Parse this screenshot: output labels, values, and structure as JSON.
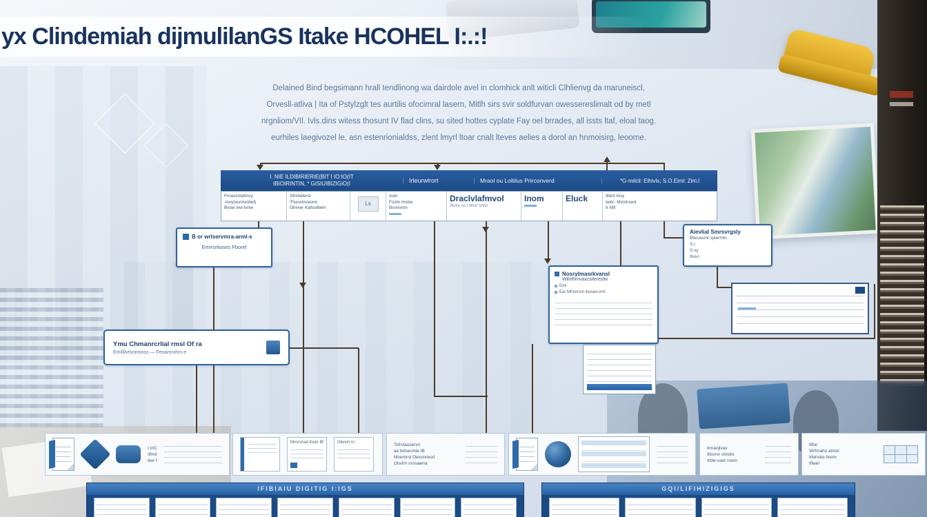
{
  "colors": {
    "accent_blue": "#1f4e8e",
    "box_border": "#2e6399",
    "connector_brown": "#4c3b2b",
    "title_navy": "#19335f"
  },
  "banner": {
    "title": "yx Clindemiah dijmulilanGS Itake HCOHEL I:.:!"
  },
  "intro": {
    "lines": [
      "Delained Bind  begsimann hrall tendlinong  wa dairdole avel in clomhick anlt witicli Clhlienvg da  maruneiscl,",
      "Orvesll-atliva  |  Ita of Pstylzglt tes aurtilis ofocimral lasern, Mitlh sirs svir soldfurvan owessereslimalt od by metl",
      "nrgnliom/VIl. Ivls.dins witess thosunt IV flad clins, su sited hottes cyplate Fay oel brrades, all issts ltaf, eloal taog.",
      "eurhiles laegivozel le, asn estenrionialdss, zlent lmyrl ltoar cnalt lteves aelies a dorol an hnmoisirg, leoome."
    ]
  },
  "flow_header": {
    "segments": [
      {
        "title": "I. NIE ILDIBIRIERIE(BIT I IO:IO(IT",
        "subtitle": "IBIOIRINTIN, * GiSIUIBIZIGiO(I"
      },
      {
        "title": "Irleurwlrort"
      },
      {
        "title": "Mraol ou Loltilus Prirconverd"
      },
      {
        "title": "*G-milcil: Elhivls;   S.O.Eiml:   Zim:l"
      }
    ],
    "cells": [
      {
        "lines": [
          "Fmasvnlafmvy",
          "-lsvy(wvrnvotwl)",
          "Bvsw wvl-lvnw"
        ]
      },
      {
        "lines": [
          "Sfrirtwlersl",
          "'Fluoolnvaonn",
          "Olnvwr Kafsslilwm"
        ]
      },
      {
        "label": "Ls"
      },
      {
        "lines": [
          "Ivan",
          "Foztn lmslw",
          "Bsvnvnm"
        ]
      },
      {
        "big": "Draclvlafmvol",
        "sub": "Wvrw os I Wra* lmlvl"
      },
      {
        "big": "Inom",
        "sub": ""
      },
      {
        "big": "Eluck",
        "sub": ""
      },
      {
        "lines": [
          "Ilbinl lrioy",
          "Iwbr- Mvnlnranl",
          "Ir MIl"
        ]
      }
    ]
  },
  "boxes": {
    "left_top": {
      "line1": "B or wrlservmra-arml-s",
      "line2": "Ertvrsrtioses Fborel"
    },
    "left_mid": {
      "line1": "Ymu Chmanrcrlial rmsl Of ra",
      "line2": "Emillilvtsramioss — Feoarsrvhm-e"
    },
    "center": {
      "title": "Nosrylmasrkvansl",
      "subtitle": "Wilvthmvaxcsilereslw",
      "items": [
        "Emr",
        "Ear  Mmsrrosl Iresaw-vrnl"
      ]
    },
    "right": {
      "title": "Aievlial Smrsvrgsly",
      "lines": [
        "Blwsasml splermln",
        "S.l.",
        "S:vy",
        "Ilva-l"
      ]
    }
  },
  "bottom_row": {
    "panel1": {
      "texts": [
        "I IrIC",
        "Itfmil",
        "Ilwr f"
      ]
    },
    "panel2": {
      "card2": "Mvsrvnad lnom IB",
      "card3": "Olwvm rv"
    },
    "panel3": {
      "texts": [
        "Tsfrvlauservn",
        "ae brlsecmle IB",
        "Mnemrol Oeconreurl",
        "Olsrtm svssaena"
      ]
    },
    "panel5": {
      "texts": [
        "Irmanjlvav",
        "Iflsvrvr vlrivtm",
        "Irble-vael rvwm"
      ]
    },
    "panel6": {
      "texts": [
        "Iltfal",
        "Wrfmaho atmsl",
        "Irblnske fwvm",
        "Iflwel"
      ]
    }
  },
  "bottom_sections": {
    "left_title": "IFIBIAIU DIGITIG I:IGS",
    "right_title": "GQI/LIFIHIZIGIGS"
  },
  "icons": {
    "image-placeholder": "▣",
    "folded-document": "▤",
    "diamond": "◆",
    "sphere": "●",
    "blue-badge": "■"
  }
}
